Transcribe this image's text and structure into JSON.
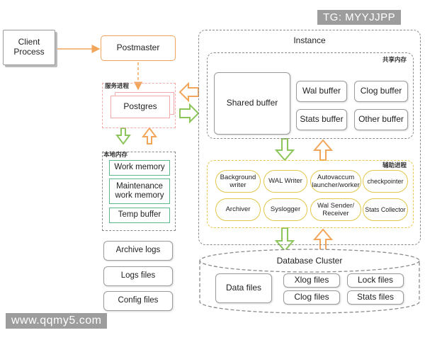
{
  "watermark_top": "TG: MYYJJPP",
  "watermark_bottom": "www.qqmy5.com",
  "client": {
    "label": "Client\nProcess"
  },
  "postmaster": {
    "label": "Postmaster"
  },
  "service_process": {
    "title": "服务进程",
    "postgres": "Postgres"
  },
  "local_memory": {
    "title": "本地内存",
    "items": [
      "Work memory",
      "Maintenance\nwork memory",
      "Temp buffer"
    ]
  },
  "files_left": [
    "Archive logs",
    "Logs files",
    "Config files"
  ],
  "instance": {
    "title": "Instance",
    "shared_memory": {
      "title": "共享内存",
      "shared_buffer": "Shared buffer",
      "buffers": [
        "Wal buffer",
        "Clog buffer",
        "Stats buffer",
        "Other buffer"
      ]
    },
    "aux_process": {
      "title": "辅助进程",
      "row1": [
        "Background\nwriter",
        "WAL Writer",
        "Autovaccum\nlauncher/worker",
        "checkpointer"
      ],
      "row2": [
        "Archiver",
        "Syslogger",
        "Wal Sender/\nReceiver",
        "Stats Collector"
      ]
    }
  },
  "database_cluster": {
    "title": "Database Cluster",
    "data_files": "Data files",
    "files": [
      "Xlog files",
      "Lock files",
      "Clog files",
      "Stats files"
    ]
  },
  "colors": {
    "orange_arrow": "#f2a65a",
    "green_arrow": "#8cc65a",
    "gray_border": "#9a9a9a",
    "yellow_border": "#e8c54a"
  }
}
